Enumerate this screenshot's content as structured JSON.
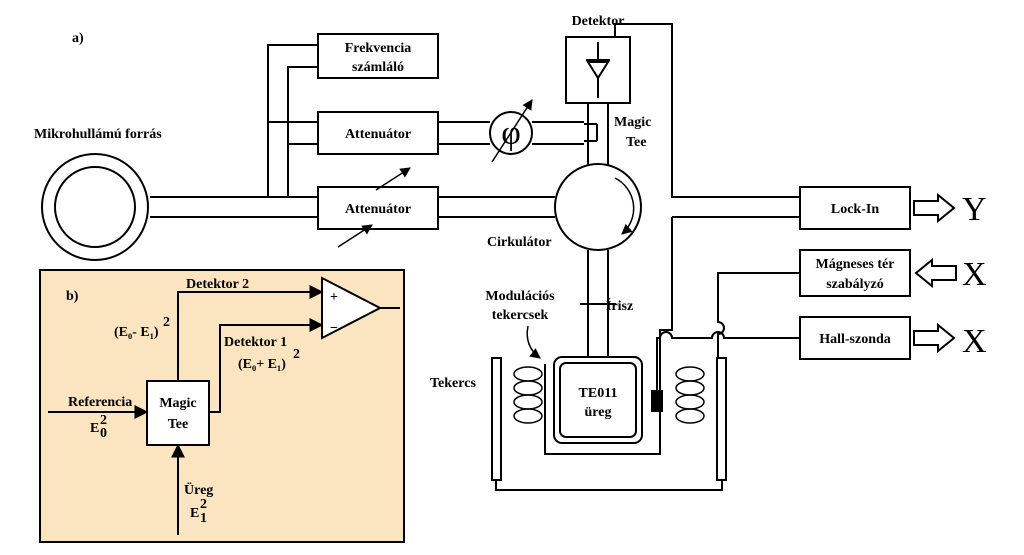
{
  "labels": {
    "part_a": "a)",
    "part_b": "b)",
    "microwave_source": "Mikrohullámú forrás",
    "freq_counter_l1": "Frekvencia",
    "freq_counter_l2": "számláló",
    "attenuator_top": "Attenuátor",
    "attenuator_bottom": "Attenuátor",
    "phase_symbol": "φ",
    "detector": "Detektor",
    "magic_tee_l1": "Magic",
    "magic_tee_l2": "Tee",
    "circulator": "Cirkulátor",
    "lockin": "Lock-In",
    "output_y": "Y",
    "field_ctrl_l1": "Mágneses tér",
    "field_ctrl_l2": "szabályzó",
    "input_x": "X",
    "hall_probe": "Hall-szonda",
    "output_x": "X",
    "iris": "Írisz",
    "mod_coils_l1": "Modulációs",
    "mod_coils_l2": "tekercsek",
    "coil": "Tekercs",
    "cavity_l1": "TE011",
    "cavity_l2": "üreg"
  },
  "inset": {
    "detector2": "Detektor 2",
    "detector1": "Detektor 1",
    "diff_expr": "(E₀- E₁)",
    "sum_expr": "(E₀+ E₁)",
    "square": "2",
    "plus": "+",
    "minus": "−",
    "reference": "Referencia",
    "ref_e": "E",
    "ref_sup": "2",
    "ref_sub": "0",
    "magic_l1": "Magic",
    "magic_l2": "Tee",
    "cavity": "Üreg",
    "cav_e": "E",
    "cav_sup": "2",
    "cav_sub": "1",
    "bg_color": "#fae5c0"
  }
}
